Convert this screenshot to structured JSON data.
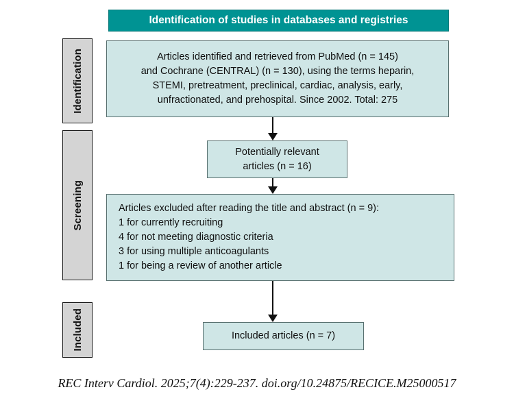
{
  "diagram": {
    "header": {
      "title": "Identification of studies in databases and registries",
      "background_color": "#009393",
      "text_color": "#ffffff"
    },
    "stages": [
      {
        "id": "identification",
        "label": "Identification"
      },
      {
        "id": "screening",
        "label": "Screening"
      },
      {
        "id": "included",
        "label": "Included"
      }
    ],
    "boxes": {
      "identified": {
        "lines": [
          "Articles identified and retrieved from PubMed (n = 145)",
          "and Cochrane (CENTRAL) (n = 130), using the terms heparin,",
          "STEMI, pretreatment, preclinical, cardiac, analysis, early,",
          "unfractionated, and prehospital. Since 2002. Total: 275"
        ]
      },
      "potential": {
        "lines": [
          "Potentially relevant",
          "articles (n = 16)"
        ]
      },
      "excluded": {
        "lines": [
          "Articles excluded after reading the title and abstract (n = 9):",
          "1 for currently recruiting",
          "4 for not meeting diagnostic criteria",
          "3 for using multiple anticoagulants",
          "1 for being a review of another article"
        ]
      },
      "included": {
        "lines": [
          "Included articles (n = 7)"
        ]
      }
    },
    "colors": {
      "box_fill": "#cfe6e6",
      "box_border": "#58706f",
      "stage_fill": "#d4d4d4",
      "stage_border": "#1a1a1a",
      "accent_teal": "#009393"
    },
    "citation": "REC Interv Cardiol. 2025;7(4):229-237. doi.org/10.24875/RECICE.M25000517"
  }
}
